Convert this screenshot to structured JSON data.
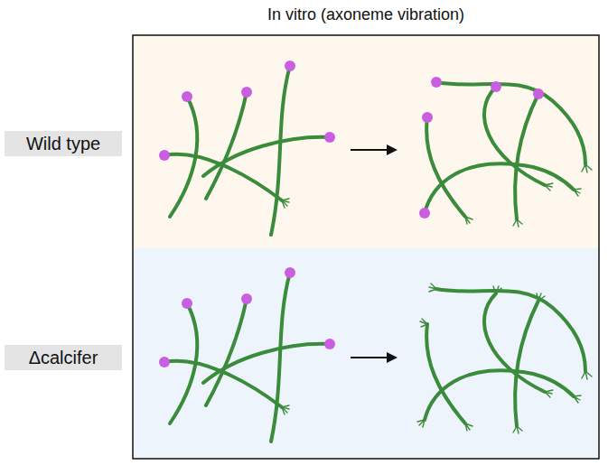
{
  "diagram": {
    "title": "In vitro (axoneme vibration)",
    "nodes": [
      {
        "text": [
          "Wild type"
        ]
      },
      {
        "text": [
          "Δcalcifer"
        ]
      }
    ]
  }
}
